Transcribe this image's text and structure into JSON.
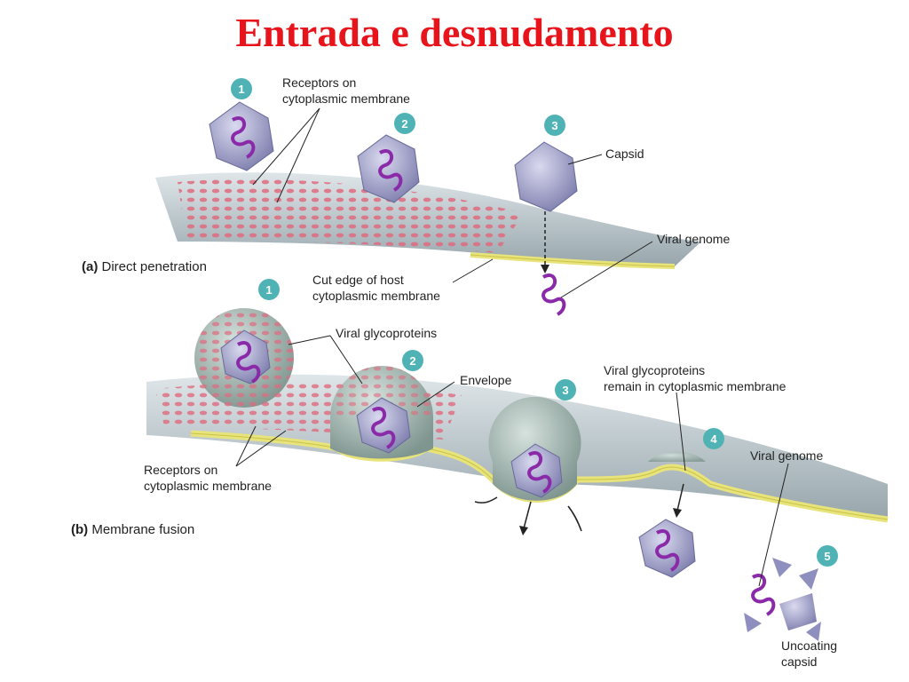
{
  "title": "Entrada e desnudamento",
  "panel_a": {
    "letter": "(a)",
    "caption": "Direct penetration",
    "labels": {
      "receptors_line1": "Receptors on",
      "receptors_line2": "cytoplasmic membrane",
      "capsid": "Capsid",
      "viral_genome": "Viral genome",
      "cut_edge_line1": "Cut edge of host",
      "cut_edge_line2": "cytoplasmic membrane"
    },
    "steps": [
      "1",
      "2",
      "3"
    ]
  },
  "panel_b": {
    "letter": "(b)",
    "caption": "Membrane fusion",
    "labels": {
      "viral_glycoproteins": "Viral glycoproteins",
      "envelope": "Envelope",
      "remain_line1": "Viral glycoproteins",
      "remain_line2": "remain in cytoplasmic membrane",
      "viral_genome": "Viral genome",
      "receptors_line1": "Receptors on",
      "receptors_line2": "cytoplasmic membrane",
      "uncoating_line1": "Uncoating",
      "uncoating_line2": "capsid"
    },
    "steps": [
      "1",
      "2",
      "3",
      "4",
      "5"
    ]
  },
  "colors": {
    "title": "#e8141b",
    "step_badge": "#4fb3b5",
    "membrane": "#b9c6cb",
    "receptor": "#e06a7e",
    "capsid": "#8f8fbf",
    "genome": "#8a2aa8",
    "envelope": "#9fb3ad",
    "bilayer": "#e8e37a"
  }
}
